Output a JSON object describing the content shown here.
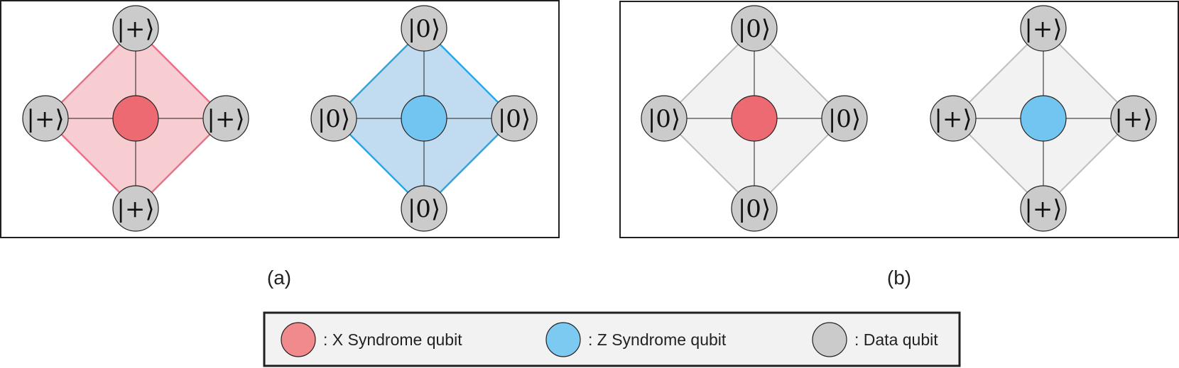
{
  "colors": {
    "x_syndrome": "#ee6a72",
    "z_syndrome": "#72c5f1",
    "data_qubit": "#cbcbcb",
    "x_plaquette_fill": "#f7cdd2",
    "x_plaquette_edge": "#e8708a",
    "z_plaquette_fill": "#c1dcf1",
    "z_plaquette_edge": "#2aa6dd",
    "inactive_fill": "#f2f2f2",
    "inactive_edge": "#bdbdbd",
    "legend_x": "#f08a8c",
    "legend_z": "#7ccaf1",
    "legend_bg": "#f2f2f2"
  },
  "panels": [
    {
      "label": "(a)",
      "plaquettes": [
        {
          "type": "X",
          "active": true,
          "data_qubits": {
            "top": "|+⟩",
            "left": "|+⟩",
            "right": "|+⟩",
            "bottom": "|+⟩"
          }
        },
        {
          "type": "Z",
          "active": true,
          "data_qubits": {
            "top": "|0⟩",
            "left": "|0⟩",
            "right": "|0⟩",
            "bottom": "|0⟩"
          }
        }
      ]
    },
    {
      "label": "(b)",
      "plaquettes": [
        {
          "type": "X",
          "active": false,
          "data_qubits": {
            "top": "|0⟩",
            "left": "|0⟩",
            "right": "|0⟩",
            "bottom": "|0⟩"
          }
        },
        {
          "type": "Z",
          "active": false,
          "data_qubits": {
            "top": "|+⟩",
            "left": "|+⟩",
            "right": "|+⟩",
            "bottom": "|+⟩"
          }
        }
      ]
    }
  ],
  "legend": [
    {
      "text": ": X Syndrome qubit",
      "icon": "x-syndrome-qubit"
    },
    {
      "text": ": Z Syndrome qubit",
      "icon": "z-syndrome-qubit"
    },
    {
      "text": ": Data qubit",
      "icon": "data-qubit"
    }
  ]
}
